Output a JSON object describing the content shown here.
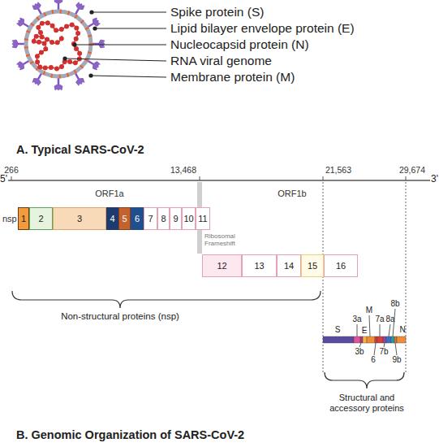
{
  "diagram": {
    "nodes": [
      {
        "text": [
          "1"
        ]
      },
      {
        "text": [
          "2"
        ]
      },
      {
        "text": [
          "3"
        ]
      },
      {
        "text": [
          "4"
        ]
      },
      {
        "text": [
          "5"
        ]
      },
      {
        "text": [
          "6"
        ]
      },
      {
        "text": [
          "7"
        ]
      },
      {
        "text": [
          "8"
        ]
      },
      {
        "text": [
          "9"
        ]
      },
      {
        "text": [
          "10"
        ]
      },
      {
        "text": [
          "11"
        ]
      },
      {
        "text": [
          "12"
        ]
      },
      {
        "text": [
          "13"
        ]
      },
      {
        "text": [
          "14"
        ]
      },
      {
        "text": [
          "15"
        ]
      },
      {
        "text": [
          "16"
        ]
      }
    ],
    "labels": [
      "Spike protein (S)",
      "Lipid bilayer envelope protein (E)",
      "Nucleocapsid protein (N)",
      "RNA viral genome",
      "Membrane protein (M)",
      "A. Typical SARS-CoV-2",
      "266",
      "13,468",
      "21,563",
      "29,674",
      "5'",
      "3'",
      "ORF1a",
      "ORF1b",
      "nsp",
      "Ribosomal Frameshift",
      "Non-structural proteins (nsp)",
      "S",
      "3a",
      "E",
      "M",
      "7a",
      "8b",
      "8a",
      "N",
      "3b",
      "6",
      "7b",
      "9b",
      "Structural and accessory proteins",
      "B. Genomic Organization of SARS-CoV-2"
    ]
  }
}
